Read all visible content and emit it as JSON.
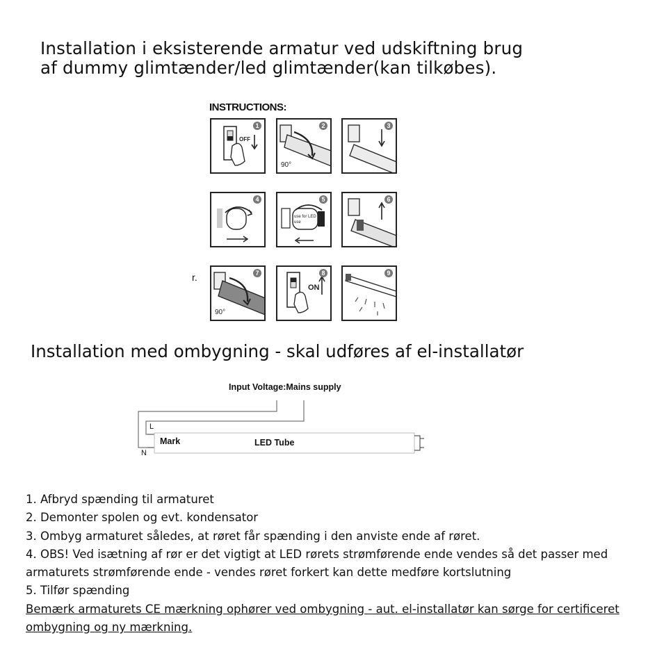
{
  "heading1": {
    "line1": "Installation i eksisterende armatur ved udskiftning brug",
    "line2": "af dummy glimtænder/led glimtænder(kan tilkøbes)."
  },
  "instructions": {
    "title": "INSTRUCTIONS:",
    "side_fragment": "r.",
    "panels": [
      {
        "number": "1",
        "text": "OFF"
      },
      {
        "number": "2",
        "text": "90°"
      },
      {
        "number": "3",
        "text": ""
      },
      {
        "number": "4",
        "text": ""
      },
      {
        "number": "5",
        "text": "use for LED use"
      },
      {
        "number": "6",
        "text": ""
      },
      {
        "number": "7",
        "text": "90°"
      },
      {
        "number": "8",
        "text": "ON"
      },
      {
        "number": "9",
        "text": ""
      }
    ]
  },
  "heading2": "Installation med ombygning - skal udføres af el-installatør",
  "diagram": {
    "input_voltage": "Input Voltage:Mains supply",
    "label_l": "L",
    "label_n": "N",
    "mark": "Mark",
    "tube": "LED Tube"
  },
  "steps": [
    "1. Afbryd spænding til armaturet",
    "2. Demonter spolen og evt. kondensator",
    "3. Ombyg armaturet således, at røret får spænding i den anviste ende af røret.",
    "4. OBS! Ved isætning af rør er det vigtigt at LED rørets strømførende ende vendes så det passer med",
    "armaturets strømførende ende - vendes røret forkert kan dette medføre kortslutning",
    "5. Tilfør spænding"
  ],
  "note": [
    "Bemærk armaturets CE mærkning ophører ved ombygning - aut. el-installatør kan sørge for certificeret",
    "ombygning og ny mærkning."
  ]
}
